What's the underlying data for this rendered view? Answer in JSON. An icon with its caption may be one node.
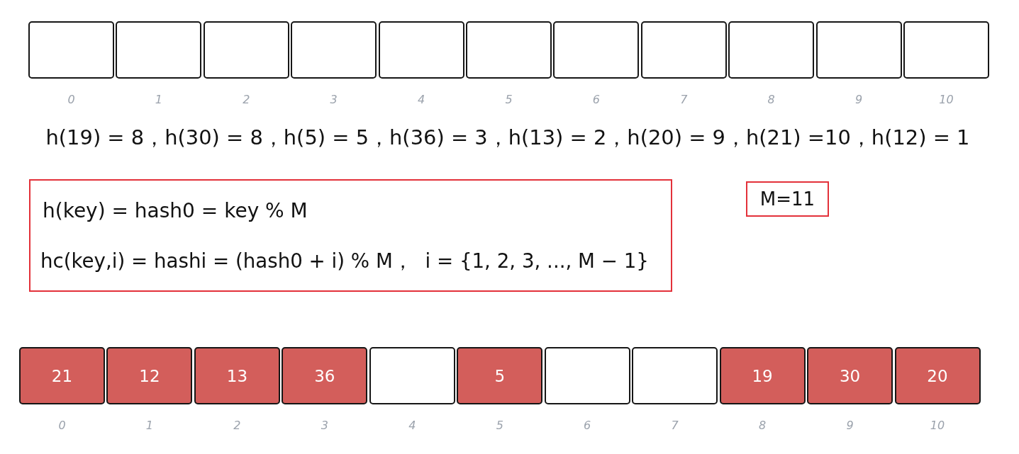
{
  "diagram": {
    "nodes": [
      {
        "text": [],
        "shape": "box",
        "beside": [
          "0"
        ]
      },
      {
        "text": [],
        "shape": "box",
        "beside": [
          "1"
        ]
      },
      {
        "text": [],
        "shape": "box",
        "beside": [
          "2"
        ]
      },
      {
        "text": [],
        "shape": "box",
        "beside": [
          "3"
        ]
      },
      {
        "text": [],
        "shape": "box",
        "beside": [
          "4"
        ]
      },
      {
        "text": [],
        "shape": "box",
        "beside": [
          "5"
        ]
      },
      {
        "text": [],
        "shape": "box",
        "beside": [
          "6"
        ]
      },
      {
        "text": [],
        "shape": "box",
        "beside": [
          "7"
        ]
      },
      {
        "text": [],
        "shape": "box",
        "beside": [
          "8"
        ]
      },
      {
        "text": [],
        "shape": "box",
        "beside": [
          "9"
        ]
      },
      {
        "text": [],
        "shape": "box",
        "beside": [
          "10"
        ]
      },
      {
        "text": [
          "h(key) = hash0 = key % M",
          "hc(key,i) = hashi = (hash0 + i) % M，  i = {1, 2, 3, ..., M − 1}"
        ]
      },
      {
        "text": [
          "M=11"
        ]
      },
      {
        "text": [
          "21"
        ],
        "beside": [
          "0"
        ]
      },
      {
        "text": [
          "12"
        ],
        "beside": [
          "1"
        ]
      },
      {
        "text": [
          "13"
        ],
        "beside": [
          "2"
        ]
      },
      {
        "text": [
          "36"
        ],
        "beside": [
          "3"
        ]
      },
      {
        "text": [],
        "shape": "box",
        "beside": [
          "4"
        ]
      },
      {
        "text": [
          "5"
        ],
        "beside": [
          "5"
        ]
      },
      {
        "text": [],
        "shape": "box",
        "beside": [
          "6"
        ]
      },
      {
        "text": [],
        "shape": "box",
        "beside": [
          "7"
        ]
      },
      {
        "text": [
          "19"
        ],
        "beside": [
          "8"
        ]
      },
      {
        "text": [
          "30"
        ],
        "beside": [
          "9"
        ]
      },
      {
        "text": [
          "20"
        ],
        "beside": [
          "10"
        ]
      }
    ],
    "labels": [
      "h(19) = 8，h(30) = 8，h(5) = 5，h(36) = 3，h(13) = 2，h(20) = 9，h(21) =10，h(12) = 1"
    ]
  }
}
